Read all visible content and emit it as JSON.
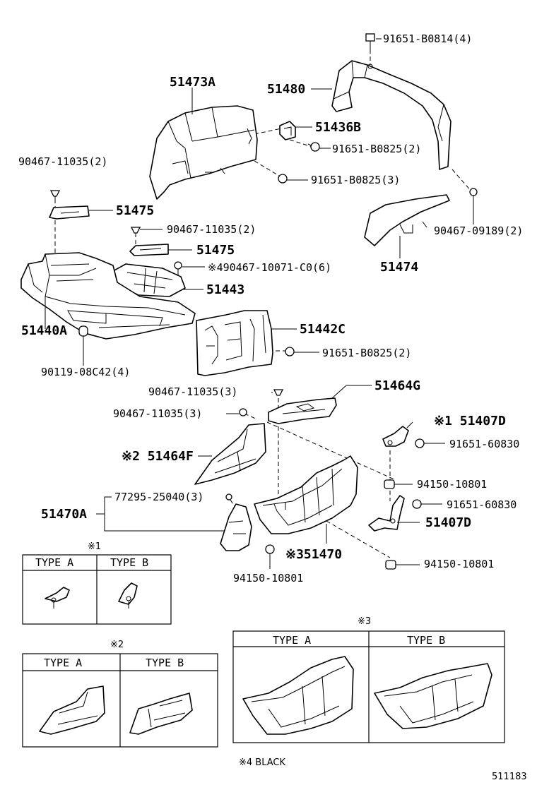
{
  "labels": {
    "l_51473A": "51473A",
    "l_51480": "51480",
    "l_91651_B0814": "91651-B0814(4)",
    "l_51436B": "51436B",
    "l_91651_B0825_2a": "91651-B0825(2)",
    "l_91651_B0825_3": "91651-B0825(3)",
    "l_90467_11035_2a": "90467-11035(2)",
    "l_51475a": "51475",
    "l_90467_11035_2b": "90467-11035(2)",
    "l_51475b": "51475",
    "l_90467_10071": "※490467-10071-C0(6)",
    "l_51443": "51443",
    "l_90467_09189": "90467-09189(2)",
    "l_51474": "51474",
    "l_51440A": "51440A",
    "l_90119": "90119-08C42(4)",
    "l_51442C": "51442C",
    "l_91651_B0825_2b": "91651-B0825(2)",
    "l_90467_11035_3a": "90467-11035(3)",
    "l_51464G": "51464G",
    "l_90467_11035_3b": "90467-11035(3)",
    "l_51407D_a": "※1 51407D",
    "l_91651_60830_a": "91651-60830",
    "l_51464F": "※2 51464F",
    "l_94150_10801_a": "94150-10801",
    "l_77295": "77295-25040(3)",
    "l_91651_60830_b": "91651-60830",
    "l_51470A": "51470A",
    "l_51407D_b": "51407D",
    "l_51470": "※351470",
    "l_94150_10801_b": "94150-10801",
    "l_94150_10801_c": "94150-10801"
  },
  "legends": {
    "note1": {
      "marker": "※1",
      "type_a": "TYPE A",
      "type_b": "TYPE B"
    },
    "note2": {
      "marker": "※2",
      "type_a": "TYPE A",
      "type_b": "TYPE B"
    },
    "note3": {
      "marker": "※3",
      "type_a": "TYPE A",
      "type_b": "TYPE B"
    },
    "note4": "※4 BLACK"
  },
  "diagram_id": "511183"
}
